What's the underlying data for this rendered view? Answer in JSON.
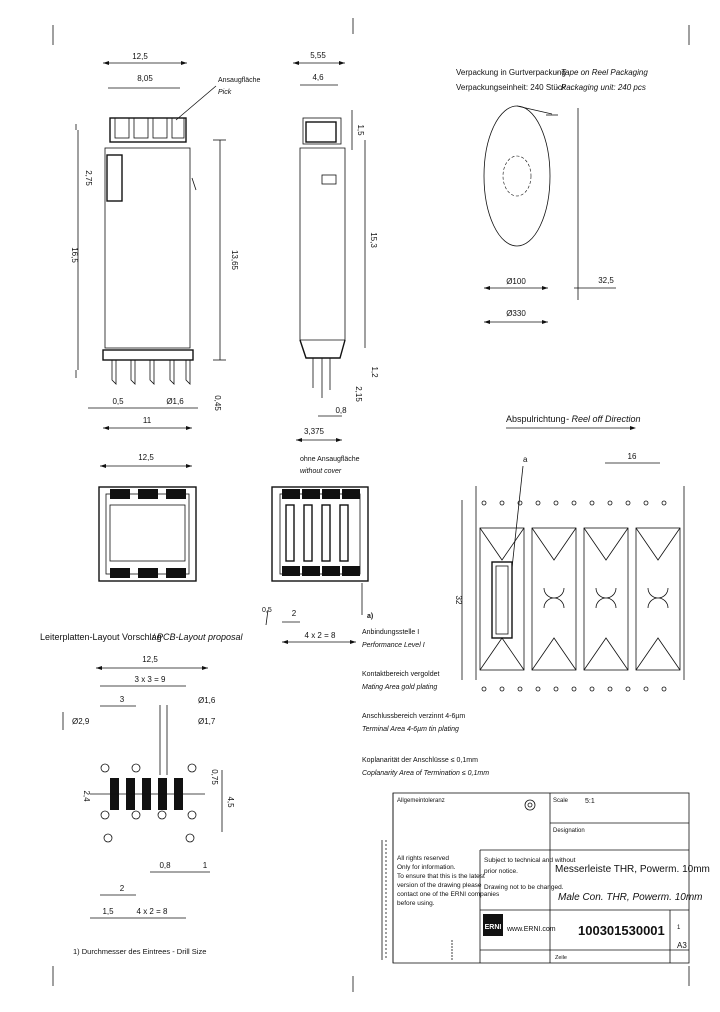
{
  "dimensions": {
    "side_width_total": "12,5",
    "side_width_inner": "8,05",
    "end_width_total": "5,55",
    "end_width_inner": "4,6",
    "side_height_a": "2,75",
    "side_height_b": "16,5",
    "side_height_c": "13,65",
    "side_pitch_small": "0,5",
    "side_pin_dia": "Ø1,6",
    "side_pin_offset": "0,45",
    "side_width_bottom": "11",
    "end_height_a": "1,5",
    "end_height_b": "15,3",
    "end_height_c": "1,2",
    "end_tail_a": "2,15",
    "end_tail_b": "0,8",
    "end_tail_c": "3,375",
    "top_width": "12,5"
  },
  "labels": {
    "suction_de": "Ansaugfläche",
    "suction_en": "Pick",
    "without_cover_de": "ohne Ansaugfläche",
    "without_cover_en": "without cover",
    "orientation_de": "Anbindungsstelle I",
    "orientation_en": "Performance Level I",
    "pitch_small": "2",
    "pitch_total": "4 x 2 = 8",
    "side_05": "0,5"
  },
  "packaging": {
    "line1_de": "Verpackung in Gurtverpackung",
    "line1_en": "- Tape on Reel Packaging",
    "line2_de": "Verpackungseinheit: 240 Stück",
    "line2_en": "- Packaging unit: 240 pcs",
    "dim_hub": "Ø100",
    "dim_reel": "Ø330",
    "dim_width": "32,5"
  },
  "reel_off": {
    "title_de": "Abspulrichtung",
    "title_en": "- Reel off Direction",
    "pitch": "16",
    "height": "32",
    "marker": "a"
  },
  "pcb": {
    "title_de": "Leiterplatten-Layout Vorschlag",
    "title_en": "/ PCB-Layout proposal",
    "dim_total": "12,5",
    "dim_pitch": "3 x 3 = 9",
    "dim_3": "3",
    "dim_a": "Ø1,6",
    "dim_b": "Ø2,9",
    "dim_c": "Ø1,7",
    "dim_075": "0,75",
    "dim_24": "2,4",
    "dim_45": "4,5",
    "dim_bottom_2": "2",
    "dim_bottom_08": "0,8",
    "dim_bottom_1": "1",
    "dim_bottom_15": "1,5",
    "dim_bottom_pitch": "4 x 2 = 8",
    "footnote": "1) Durchmesser des Eintrees - Drill Size"
  },
  "specs": [
    {
      "de": "Kontaktbereich vergoldet",
      "en": "Mating Area gold plating"
    },
    {
      "de": "Anschlussbereich verzinnt 4-6µm",
      "en": "Terminal Area 4-6µm tin plating"
    },
    {
      "de": "Koplanarität der Anschlüsse ≤ 0,1mm",
      "en": "Coplanarity Area of Termination ≤ 0,1mm"
    }
  ],
  "titleblock": {
    "general_tol": "Allgemeintoleranz",
    "scale_label": "Scale",
    "scale_value": "5:1",
    "designation_label": "Designation",
    "name_de": "Messerleiste THR, Powerm. 10mm",
    "name_en": "Male Con. THR, Powerm. 10mm",
    "rights_1": "All rights reserved",
    "rights_2": "Only for information.",
    "rights_3": "To ensure that this is the latest",
    "rights_4": "version of the drawing please",
    "rights_5": "contact one of the ERNI companies",
    "rights_6": "before using.",
    "subject_1": "Subject to technical and without",
    "subject_2": "prior notice.",
    "subject_3": "Drawing not to be changed.",
    "logo": "ERNI",
    "website": "www.ERNI.com",
    "part_number": "100301530001",
    "sheet": "A3",
    "format_label": "Zeile",
    "sheet_num": "1"
  }
}
